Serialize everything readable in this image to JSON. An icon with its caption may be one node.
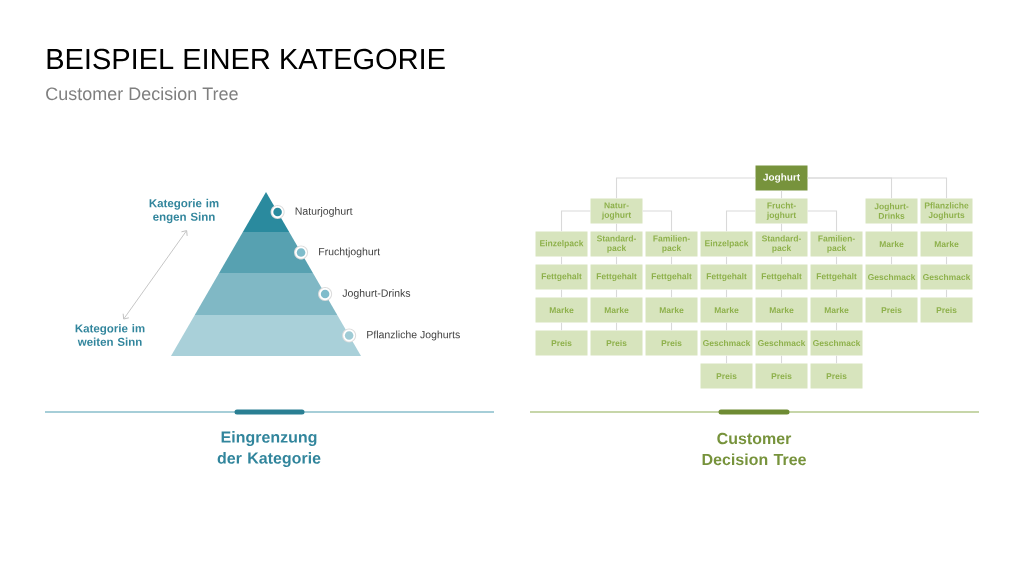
{
  "diagram": {
    "title": "BEISPIEL EINER KATEGORIE",
    "nodes": [
      {
        "text": [
          "Kategorie im engen Sinn"
        ]
      },
      {
        "text": [
          "Kategorie im weiten Sinn"
        ]
      },
      {
        "text": [],
        "shape": "triangle",
        "beside": [
          "Naturjoghurt"
        ]
      },
      {
        "text": [],
        "shape": "trapezoid",
        "beside": [
          "Fruchtjoghurt"
        ]
      },
      {
        "text": [],
        "shape": "trapezoid",
        "beside": [
          "Joghurt-Drinks"
        ]
      },
      {
        "text": [],
        "shape": "trapezoid",
        "beside": [
          "Pflanzliche Joghurts"
        ]
      },
      {
        "text": [
          "Joghurt"
        ]
      },
      {
        "text": [
          "Natur- joghurt"
        ]
      },
      {
        "text": [
          "Frucht- joghurt"
        ]
      },
      {
        "text": [
          "Joghurt- Drinks"
        ]
      },
      {
        "text": [
          "Pflanzliche Joghurts"
        ]
      },
      {
        "text": [
          "Einzelpack"
        ]
      },
      {
        "text": [
          "Standard- pack"
        ]
      },
      {
        "text": [
          "Familien- pack"
        ]
      },
      {
        "text": [
          "Einzelpack"
        ]
      },
      {
        "text": [
          "Standard- pack"
        ]
      },
      {
        "text": [
          "Familien- pack"
        ]
      },
      {
        "text": [
          "Marke"
        ]
      },
      {
        "text": [
          "Marke"
        ]
      },
      {
        "text": [
          "Fettgehalt"
        ]
      },
      {
        "text": [
          "Fettgehalt"
        ]
      },
      {
        "text": [
          "Fettgehalt"
        ]
      },
      {
        "text": [
          "Fettgehalt"
        ]
      },
      {
        "text": [
          "Fettgehalt"
        ]
      },
      {
        "text": [
          "Fettgehalt"
        ]
      },
      {
        "text": [
          "Geschmack"
        ]
      },
      {
        "text": [
          "Geschmack"
        ]
      },
      {
        "text": [
          "Marke"
        ]
      },
      {
        "text": [
          "Marke"
        ]
      },
      {
        "text": [
          "Marke"
        ]
      },
      {
        "text": [
          "Marke"
        ]
      },
      {
        "text": [
          "Marke"
        ]
      },
      {
        "text": [
          "Marke"
        ]
      },
      {
        "text": [
          "Preis"
        ]
      },
      {
        "text": [
          "Preis"
        ]
      },
      {
        "text": [
          "Preis"
        ]
      },
      {
        "text": [
          "Preis"
        ]
      },
      {
        "text": [
          "Preis"
        ]
      },
      {
        "text": [
          "Geschmack"
        ]
      },
      {
        "text": [
          "Geschmack"
        ]
      },
      {
        "text": [
          "Geschmack"
        ]
      },
      {
        "text": [
          "Preis"
        ]
      },
      {
        "text": [
          "Preis"
        ]
      },
      {
        "text": [
          "Preis"
        ]
      }
    ],
    "edges": [
      {
        "from": 0,
        "to": 1,
        "arrow": "both",
        "color": "#bfbfbf"
      },
      {
        "from": 6,
        "to": 7,
        "arrow": "none"
      },
      {
        "from": 6,
        "to": 8,
        "arrow": "none"
      },
      {
        "from": 6,
        "to": 9,
        "arrow": "none"
      },
      {
        "from": 6,
        "to": 10,
        "arrow": "none"
      },
      {
        "from": 7,
        "to": 11,
        "arrow": "none"
      },
      {
        "from": 7,
        "to": 12,
        "arrow": "none"
      },
      {
        "from": 7,
        "to": 13,
        "arrow": "none"
      },
      {
        "from": 8,
        "to": 14,
        "arrow": "none"
      },
      {
        "from": 8,
        "to": 15,
        "arrow": "none"
      },
      {
        "from": 8,
        "to": 16,
        "arrow": "none"
      },
      {
        "from": 9,
        "to": 17,
        "arrow": "none"
      },
      {
        "from": 10,
        "to": 18,
        "arrow": "none"
      },
      {
        "from": 11,
        "to": 19,
        "arrow": "none"
      },
      {
        "from": 19,
        "to": 27,
        "arrow": "none"
      },
      {
        "from": 27,
        "to": 35,
        "arrow": "none"
      },
      {
        "from": 12,
        "to": 20,
        "arrow": "none"
      },
      {
        "from": 20,
        "to": 28,
        "arrow": "none"
      },
      {
        "from": 28,
        "to": 36,
        "arrow": "none"
      },
      {
        "from": 13,
        "to": 21,
        "arrow": "none"
      },
      {
        "from": 21,
        "to": 29,
        "arrow": "none"
      },
      {
        "from": 29,
        "to": 37,
        "arrow": "none"
      },
      {
        "from": 14,
        "to": 22,
        "arrow": "none"
      },
      {
        "from": 22,
        "to": 30,
        "arrow": "none"
      },
      {
        "from": 30,
        "to": 38,
        "arrow": "none"
      },
      {
        "from": 38,
        "to": 41,
        "arrow": "none"
      },
      {
        "from": 15,
        "to": 23,
        "arrow": "none"
      },
      {
        "from": 23,
        "to": 31,
        "arrow": "none"
      },
      {
        "from": 31,
        "to": 39,
        "arrow": "none"
      },
      {
        "from": 39,
        "to": 42,
        "arrow": "none"
      },
      {
        "from": 16,
        "to": 24,
        "arrow": "none"
      },
      {
        "from": 24,
        "to": 32,
        "arrow": "none"
      },
      {
        "from": 32,
        "to": 40,
        "arrow": "none"
      },
      {
        "from": 40,
        "to": 43,
        "arrow": "none"
      },
      {
        "from": 17,
        "to": 25,
        "arrow": "none"
      },
      {
        "from": 25,
        "to": 33,
        "arrow": "none"
      },
      {
        "from": 18,
        "to": 26,
        "arrow": "none"
      },
      {
        "from": 26,
        "to": 34,
        "arrow": "none"
      }
    ],
    "labels": [
      "Customer Decision Tree",
      "Eingrenzung der Kategorie",
      "Customer Decision Tree"
    ]
  }
}
